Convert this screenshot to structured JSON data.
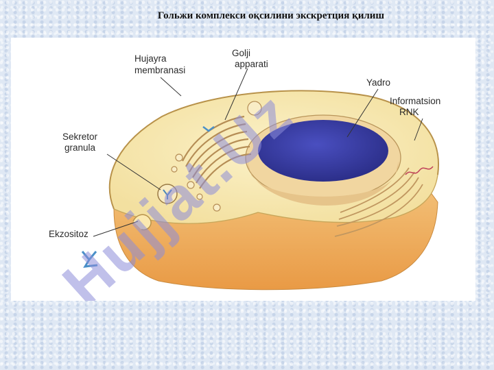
{
  "slide": {
    "title": "Гольжи комплекси оқсилини экскретция қилиш"
  },
  "diagram": {
    "labels": {
      "membrane_line1": "Hujayra",
      "membrane_line2": "membranasi",
      "golgi_line1": "Golji",
      "golgi_line2": "apparati",
      "nucleus": "Yadro",
      "mrna_line1": "Informatsion",
      "mrna_line2": "RNK",
      "granule_line1": "Sekretor",
      "granule_line2": "granula",
      "exocytosis": "Ekzositoz"
    },
    "watermark": "Hujjat.Uz"
  },
  "colors": {
    "cytoplasm": "#f7eab2",
    "cell_side": "#f0b25e",
    "nucleus": "#3b3fa6",
    "watermark": "#8c8cd8"
  }
}
